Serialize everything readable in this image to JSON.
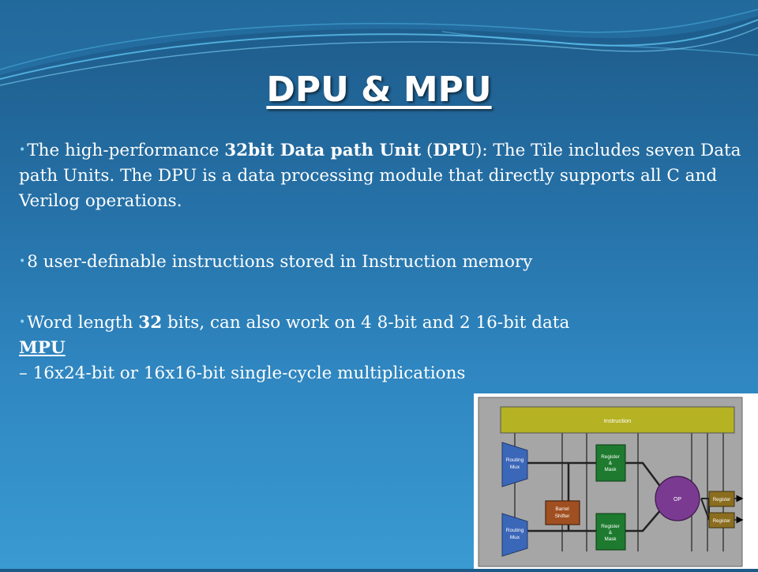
{
  "slide": {
    "title": "DPU & MPU",
    "bullets": [
      {
        "before": "The high-performance ",
        "bold1": "32bit Data path Unit",
        "mid": " (",
        "bold2": "DPU",
        "after": "): The Tile includes seven Data path Units. The DPU is a data processing module that directly supports all C and Verilog  operations."
      },
      {
        "text": "8 user-definable instructions stored in Instruction memory"
      },
      {
        "before": "Word length ",
        "bold": "32",
        "after": " bits, can also work on 4 8-bit and 2  16-bit data"
      }
    ],
    "mpu_heading": "MPU",
    "mpu_item": "– 16x24-bit or 16x16-bit single-cycle multiplications"
  },
  "diagram": {
    "instruction_label": "Instruction",
    "routing_mux_top": [
      "Routing",
      "Mux"
    ],
    "routing_mux_bottom": [
      "Routing",
      "Mux"
    ],
    "barrel_shifter": [
      "Barrel",
      "Shifter"
    ],
    "register_mask_top": [
      "Register",
      "&",
      "Mask"
    ],
    "register_mask_bottom": [
      "Register",
      "&",
      "Mask"
    ],
    "op_label": "OP",
    "register_top": "Register",
    "register_bottom": "Register",
    "colors": {
      "instruction": "#b5b224",
      "routing_mux": "#3b67b8",
      "register_mask": "#1d7a2e",
      "barrel_shifter": "#a04f20",
      "op": "#7b3a92",
      "register": "#8a6d1f",
      "panel": "#a6a6a6"
    }
  }
}
